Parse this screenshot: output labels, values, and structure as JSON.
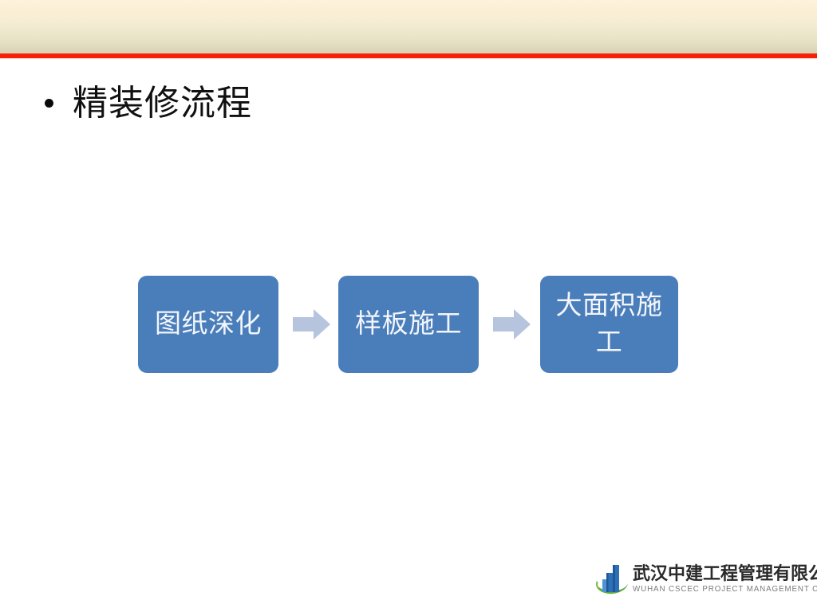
{
  "slide": {
    "background_color": "#ffffff",
    "header": {
      "gradient_top_color": "#fdf3dc",
      "gradient_bottom_color": "#d6d1b4",
      "rule_color": "#f71f05"
    },
    "title": {
      "bullet_glyph": "•",
      "text": "精装修流程"
    },
    "flow": {
      "box_color": "#4a7ebb",
      "box_text_color": "#f2f5fa",
      "arrow_color": "#b6c4de",
      "steps": [
        {
          "label": "图纸深化"
        },
        {
          "label": "样板施工"
        },
        {
          "label": "大面积施工"
        }
      ],
      "arrows": [
        {
          "name": "arrow-step-1-to-2"
        },
        {
          "name": "arrow-step-2-to-3"
        }
      ]
    },
    "logo": {
      "company_cn": "武汉中建工程管理有限公司",
      "company_en": "WUHAN CSCEC PROJECT MANAGEMENT CO., LTD",
      "mark_building_color": "#2e6fb7",
      "mark_swoosh_color": "#5aab3c"
    }
  }
}
